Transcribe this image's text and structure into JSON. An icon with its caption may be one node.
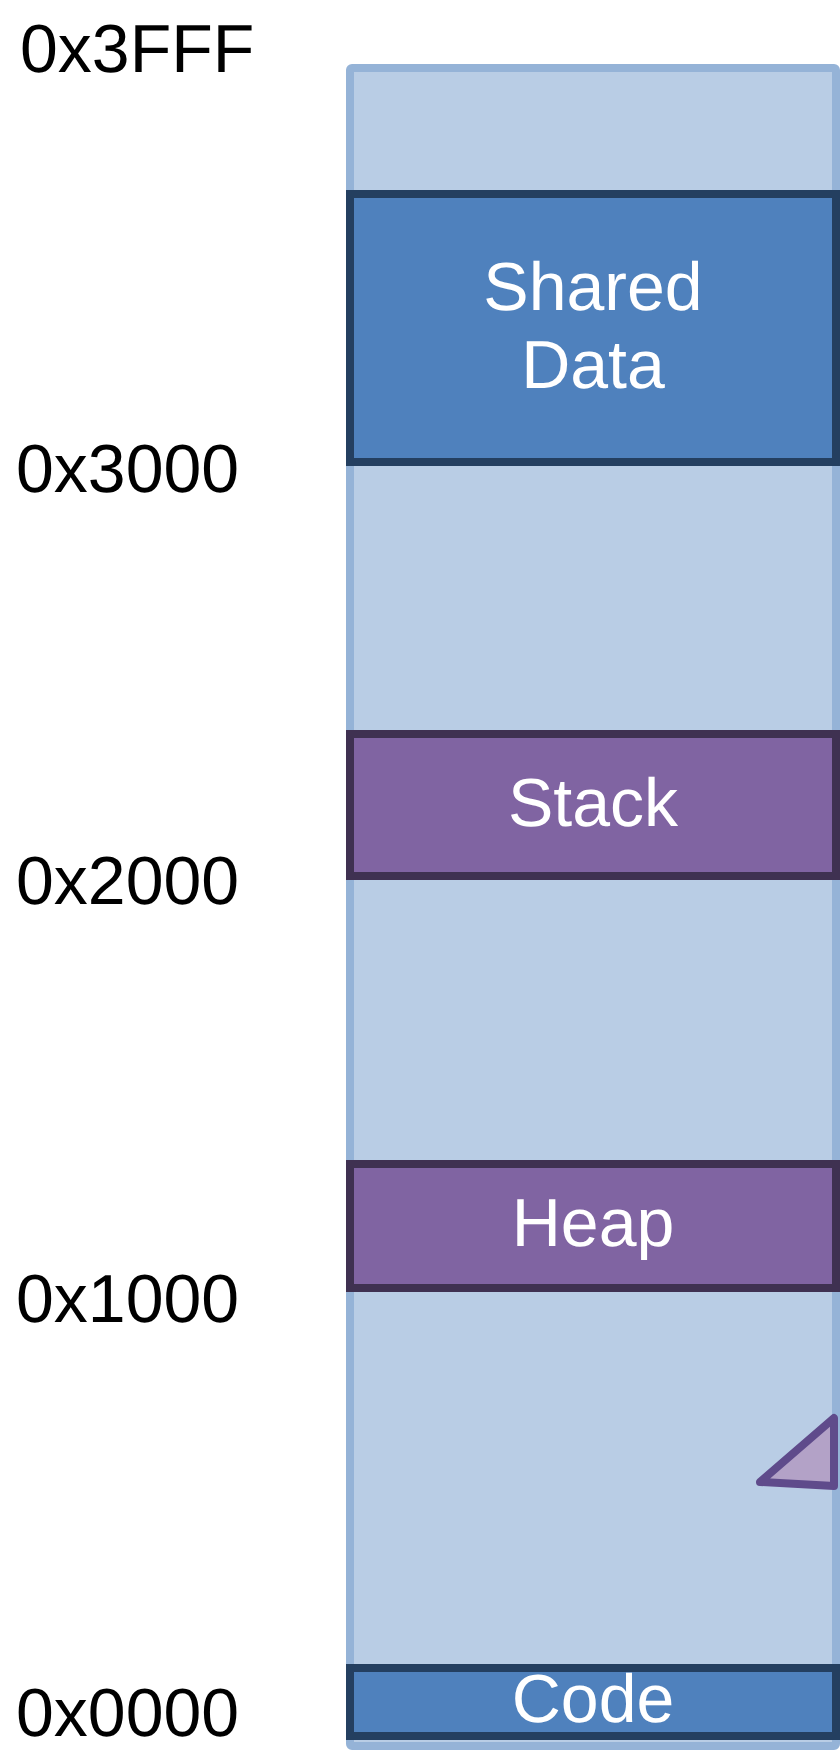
{
  "diagram": {
    "nodes": [
      {
        "text": [],
        "shape": "box"
      },
      {
        "text": [
          "Shared Data"
        ],
        "in": 0
      },
      {
        "text": [
          "Stack"
        ],
        "in": 0
      },
      {
        "text": [
          "Heap"
        ],
        "in": 0
      },
      {
        "text": [
          "Code"
        ],
        "in": 0
      }
    ],
    "labels": [
      "0x3FFF",
      "0x3000",
      "0x2000",
      "0x1000",
      "0x0000"
    ]
  }
}
